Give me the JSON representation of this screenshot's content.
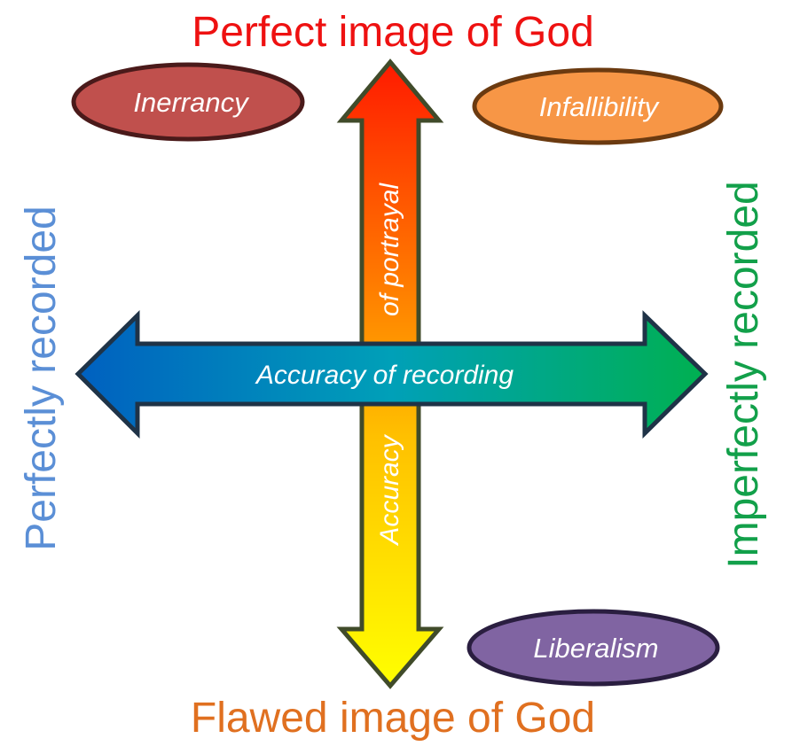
{
  "labels": {
    "top": "Perfect image of God",
    "bottom": "Flawed image of God",
    "left": "Perfectly recorded",
    "right": "Imperfectly recorded"
  },
  "arrows": {
    "horizontal": "Accuracy of recording",
    "vertical_upper": "of portrayal",
    "vertical_lower": "Accuracy"
  },
  "positions": {
    "top_left": "Inerrancy",
    "top_right": "Infallibility",
    "bottom_right": "Liberalism"
  },
  "colors": {
    "top_label": "#ee1111",
    "bottom_label": "#e07020",
    "left_label": "#5b8fd6",
    "right_label": "#12a04a",
    "inerrancy_fill": "#c0504d",
    "infallibility_fill": "#f79646",
    "liberalism_fill": "#8064a2",
    "arrow_outline": "#1f3347",
    "vertical_outline": "#404b2a"
  }
}
